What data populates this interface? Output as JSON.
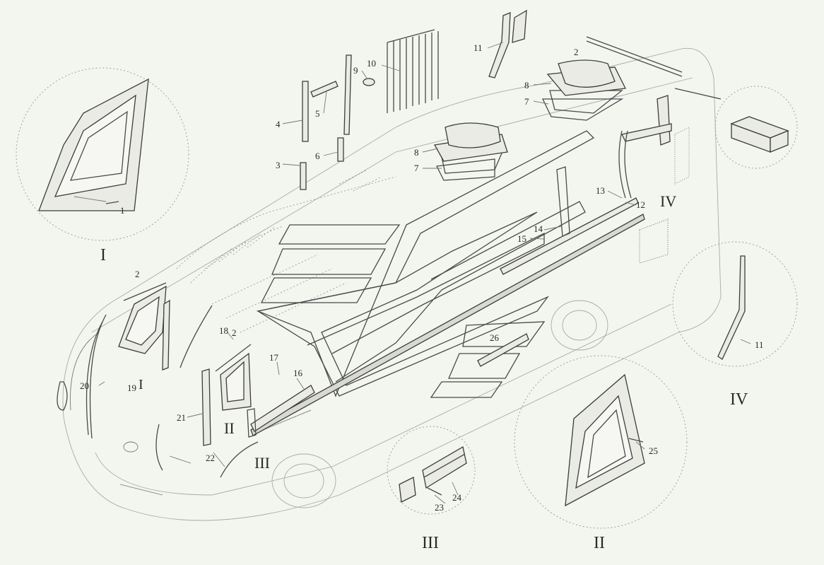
{
  "labels": {
    "l1": "1",
    "l2a": "2",
    "l2b": "2",
    "l2c": "2",
    "l3": "3",
    "l4": "4",
    "l5": "5",
    "l6": "6",
    "l7a": "7",
    "l7b": "7",
    "l8a": "8",
    "l8b": "8",
    "l9": "9",
    "l10": "10",
    "l11a": "11",
    "l11b": "11",
    "l12": "12",
    "l13": "13",
    "l14": "14",
    "l15": "15",
    "l16": "16",
    "l17": "17",
    "l18": "18",
    "l19": "19",
    "l20": "20",
    "l21": "21",
    "l22": "22",
    "l23": "23",
    "l24": "24",
    "l25": "25",
    "l26": "26"
  },
  "roman": {
    "detail_I": "I",
    "detail_II": "II",
    "detail_III": "III",
    "detail_IV": "IV",
    "mark_I": "I",
    "mark_II": "II",
    "mark_III": "III",
    "mark_IV": "IV"
  }
}
